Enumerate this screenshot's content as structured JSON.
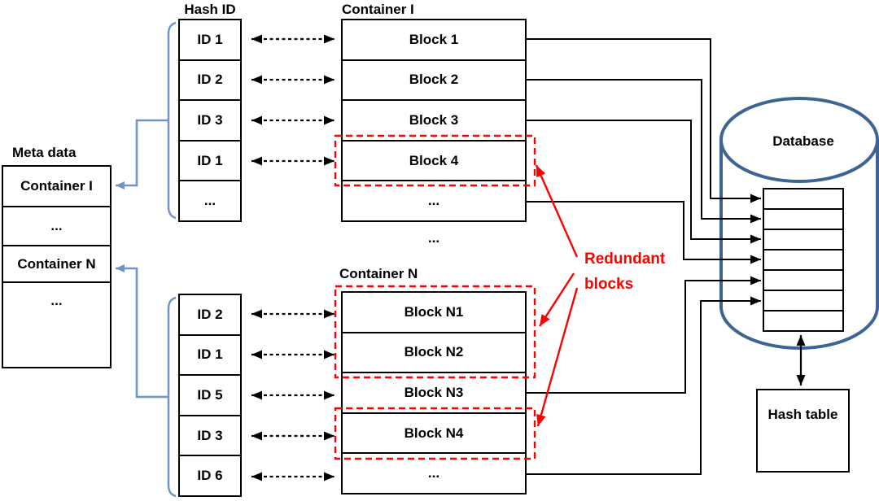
{
  "diagram": {
    "meta_table": {
      "label": "Meta data",
      "rows": [
        "Container I",
        "...",
        "Container N",
        "..."
      ]
    },
    "hash_id_top": {
      "label": "Hash ID",
      "rows": [
        "ID 1",
        "ID 2",
        "ID 3",
        "ID 1",
        "..."
      ]
    },
    "hash_id_bottom": {
      "rows": [
        "ID 2",
        "ID 1",
        "ID 5",
        "ID 3",
        "ID 6"
      ]
    },
    "container_top": {
      "label": "Container I",
      "rows": [
        "Block 1",
        "Block 2",
        "Block 3",
        "Block 4",
        "..."
      ]
    },
    "container_bottom": {
      "label": "Container N",
      "rows": [
        "Block N1",
        "Block N2",
        "Block N3",
        "Block N4",
        "..."
      ]
    },
    "mid_ellipsis": "...",
    "annotation": {
      "line1": "Redundant",
      "line2": "blocks"
    },
    "database": {
      "label": "Database",
      "table_rows": 7
    },
    "hash_table": {
      "label": "Hash table"
    },
    "colors": {
      "line": "#000000",
      "redundant_red": "#ff0000",
      "bracket_blue": "#6f93c5",
      "database_blue": "#3d6494"
    }
  }
}
